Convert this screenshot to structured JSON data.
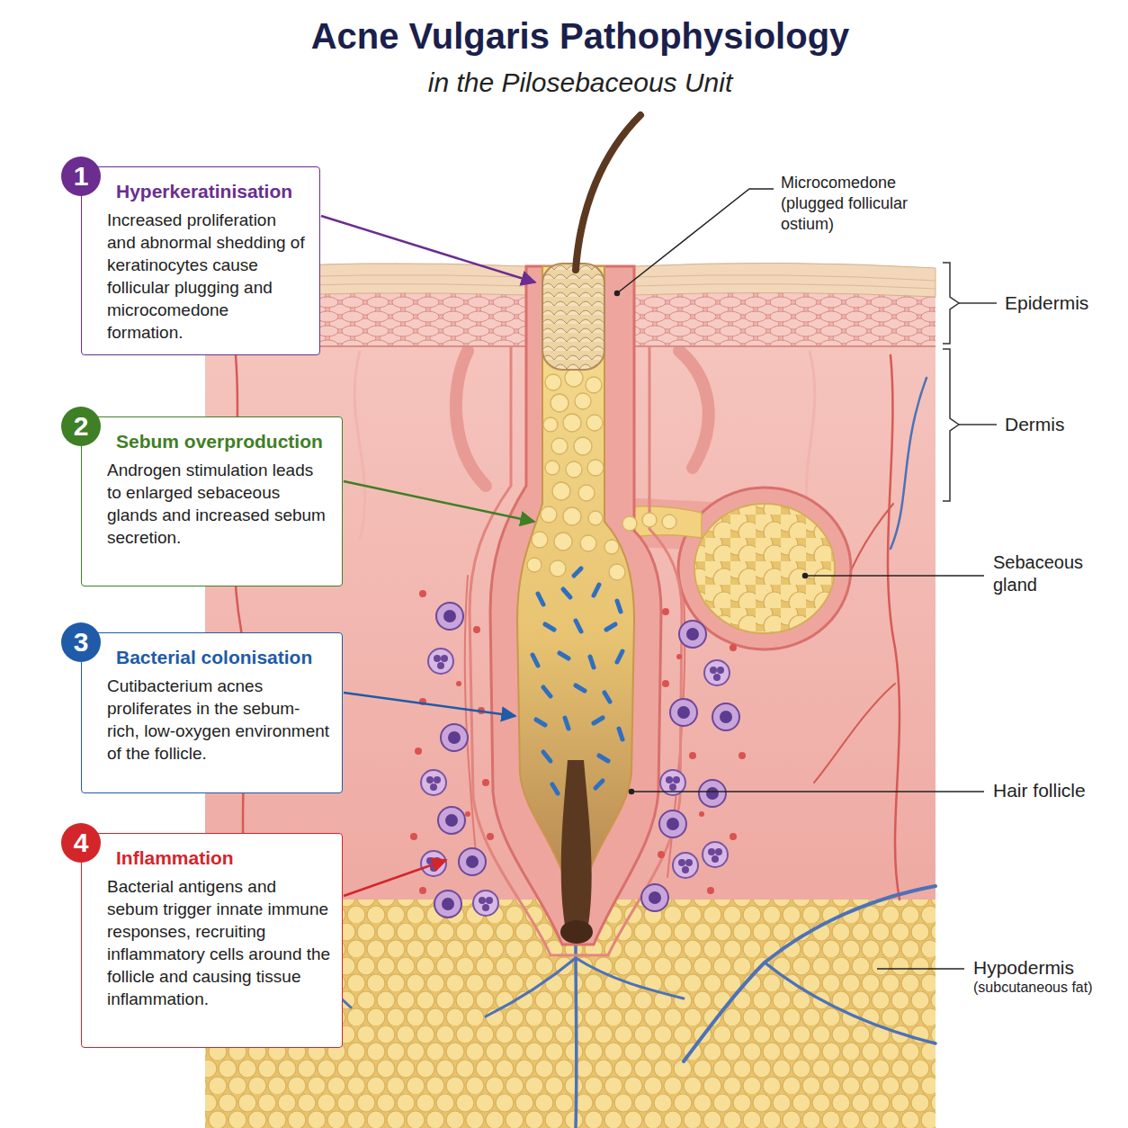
{
  "diagram": {
    "title": "Acne Vulgaris Pathophysiology",
    "nodes": [
      {
        "text": [
          "1",
          "Hyperkeratinisation",
          "Increased proliferation and abnormal shedding of keratinocytes cause follicular plugging and microcomedone formation."
        ]
      },
      {
        "text": [
          "2",
          "Sebum overproduction",
          "Androgen stimulation leads to enlarged sebaceous glands and increased sebum secretion."
        ]
      },
      {
        "text": [
          "3",
          "Bacterial colonisation",
          "Cutibacterium acnes proliferates in the sebum-rich, low-oxygen environment of the follicle."
        ]
      },
      {
        "text": [
          "4",
          "Inflammation",
          "Bacterial antigens and sebum trigger innate immune responses, recruiting inflammatory cells around the follicle and causing tissue inflammation."
        ]
      }
    ],
    "labels": [
      "in the Pilosebaceous Unit",
      "Microcomedone (plugged follicular ostium)",
      "Epidermis",
      "Dermis",
      "Sebaceous gland",
      "Hair follicle",
      "Hypodermis",
      "(subcutaneous fat)"
    ]
  }
}
